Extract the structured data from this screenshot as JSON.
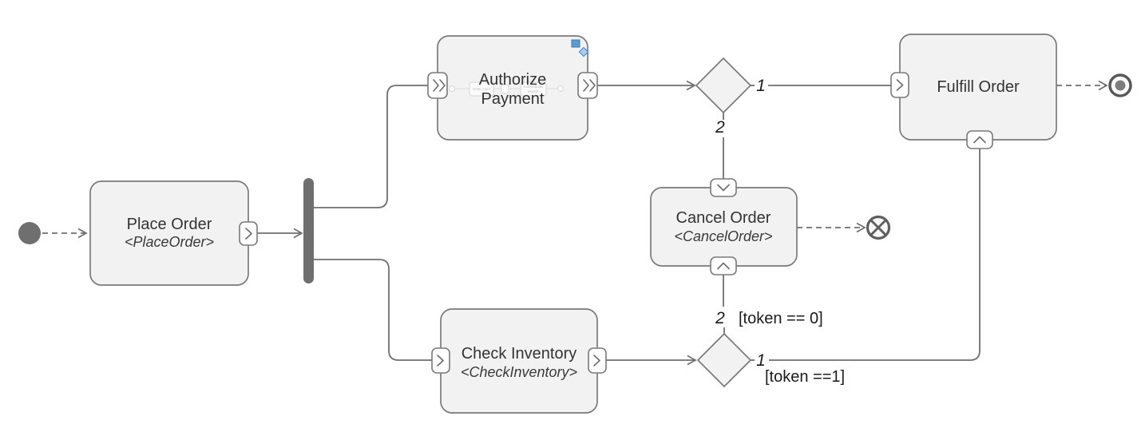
{
  "diagram": {
    "background": "#ffffff",
    "colors": {
      "node_fill": "#f2f2f2",
      "node_border": "#7a7a7a",
      "edge": "#6f6f6f",
      "solid_node": "#6f6f6f",
      "title_text": "#333333",
      "label_text": "#1b1b1b",
      "badge_blue": "#4a90d2"
    },
    "nodes": {
      "place_order": {
        "title": "Place Order",
        "stereotype": "<PlaceOrder>"
      },
      "authorize_payment": {
        "title_line1": "Authorize",
        "title_line2": "Payment",
        "badge_icon": "subprocess-indicator",
        "ghost_steps": {
          "step1": "Enter Card",
          "step2_line1": "Authenticate",
          "step2_line2": "Details"
        }
      },
      "check_inventory": {
        "title": "Check Inventory",
        "stereotype": "<CheckInventory>"
      },
      "cancel_order": {
        "title": "Cancel Order",
        "stereotype": "<CancelOrder>"
      },
      "fulfill_order": {
        "title": "Fulfill Order"
      }
    },
    "edge_labels": {
      "payment_out_1": "1",
      "payment_out_2": "2",
      "inventory_out_2": "2",
      "inventory_out_1": "1",
      "guard_token_zero": "[token == 0]",
      "guard_token_one": "[token ==1]"
    }
  }
}
